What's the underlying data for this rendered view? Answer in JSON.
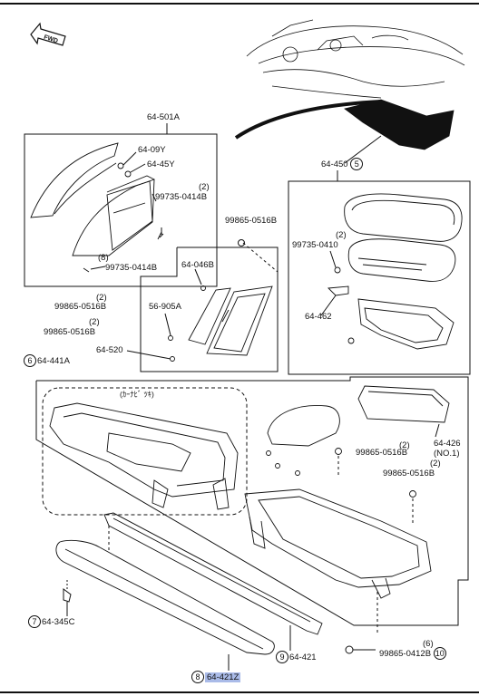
{
  "fwd_label": "FWD",
  "labels": {
    "p64_501A": "64-501A",
    "p64_09Y": "64-09Y",
    "p64_45Y": "64-45Y",
    "q2_a": "(2)",
    "p99735_0414B_a": "99735-0414B",
    "q8": "(8)",
    "p99735_0414B_b": "99735-0414B",
    "p64_450": "64-450",
    "c5": "5",
    "p99865_0516B_a": "99865-0516B",
    "q2_b": "(2)",
    "p99735_0410": "99735-0410",
    "p64_046B": "64-046B",
    "q2_c": "(2)",
    "p99865_0516B_b": "99865-0516B",
    "q2_d": "(2)",
    "p99865_0516B_c": "99865-0516B",
    "p56_905A": "56-905A",
    "p64_462": "64-462",
    "p64_520": "64-520",
    "c6": "6",
    "p64_441A": "64-441A",
    "car_navi": "(ｶｰﾅﾋﾞ ﾂｷ)",
    "q2_e": "(2)",
    "p99865_0516B_d": "99865-0516B",
    "p64_426": "64-426",
    "no1": "(NO.1)",
    "q2_f": "(2)",
    "p99865_0516B_e": "99865-0516B",
    "c7": "7",
    "p64_345C": "64-345C",
    "c9": "9",
    "p64_421": "64-421",
    "q6": "(6)",
    "p99865_0412B": "99865-0412B",
    "c10": "10",
    "c8": "8",
    "p64_421Z": "64-421Z"
  }
}
